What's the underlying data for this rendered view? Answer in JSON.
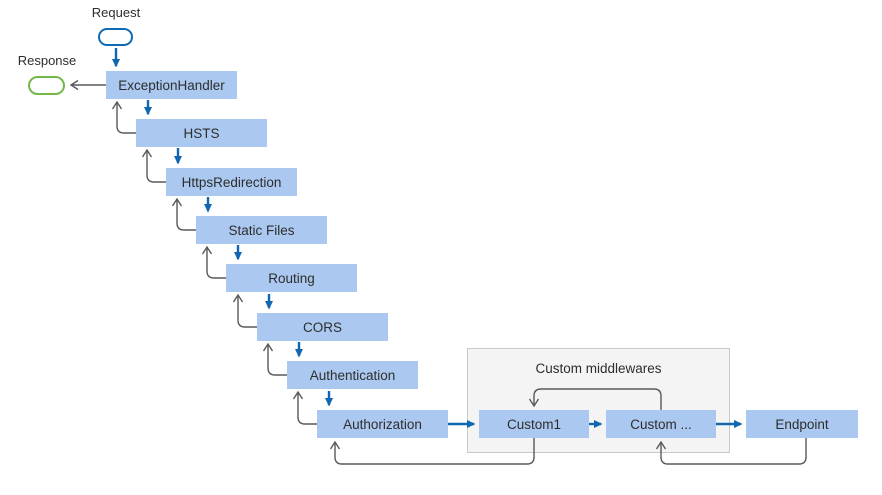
{
  "diagram": {
    "request_label": "Request",
    "response_label": "Response",
    "middlewares": [
      "ExceptionHandler",
      "HSTS",
      "HttpsRedirection",
      "Static Files",
      "Routing",
      "CORS",
      "Authentication",
      "Authorization"
    ],
    "custom_group": {
      "label": "Custom middlewares",
      "boxes": [
        "Custom1",
        "Custom ..."
      ]
    },
    "endpoint_label": "Endpoint",
    "colors": {
      "box_fill": "#abc9f0",
      "arrow_blue": "#1166b2",
      "line_gray": "#58595c",
      "request_stroke": "#0f6ab5",
      "response_stroke": "#74b749",
      "group_fill": "#f4f4f4",
      "group_border": "#c9c9c9",
      "text": "#2d2d2d",
      "background": "#ffffff"
    }
  }
}
